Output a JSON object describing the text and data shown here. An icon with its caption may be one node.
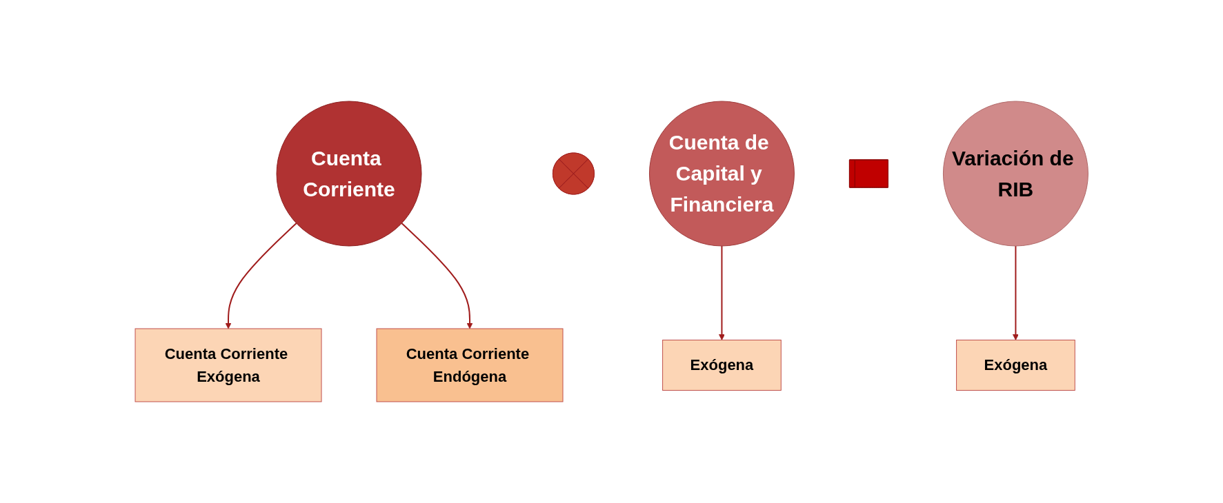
{
  "diagram": {
    "nodes": [
      {
        "text": [
          "Cuenta Corriente"
        ]
      },
      {
        "text": [],
        "shape": "plus"
      },
      {
        "text": [
          "Cuenta de Capital y Financiera"
        ]
      },
      {
        "text": [],
        "shape": "equals"
      },
      {
        "text": [
          "Variación de RIB"
        ]
      },
      {
        "text": [
          "Cuenta Corriente Exógena"
        ]
      },
      {
        "text": [
          "Cuenta Corriente Endógena"
        ]
      },
      {
        "text": [
          "Exógena"
        ]
      },
      {
        "text": [
          "Exógena"
        ]
      }
    ],
    "edges": [
      {
        "from": 0,
        "to": 5,
        "arrow": "to"
      },
      {
        "from": 0,
        "to": 6,
        "arrow": "to"
      },
      {
        "from": 2,
        "to": 7,
        "arrow": "to"
      },
      {
        "from": 4,
        "to": 8,
        "arrow": "to"
      }
    ]
  }
}
